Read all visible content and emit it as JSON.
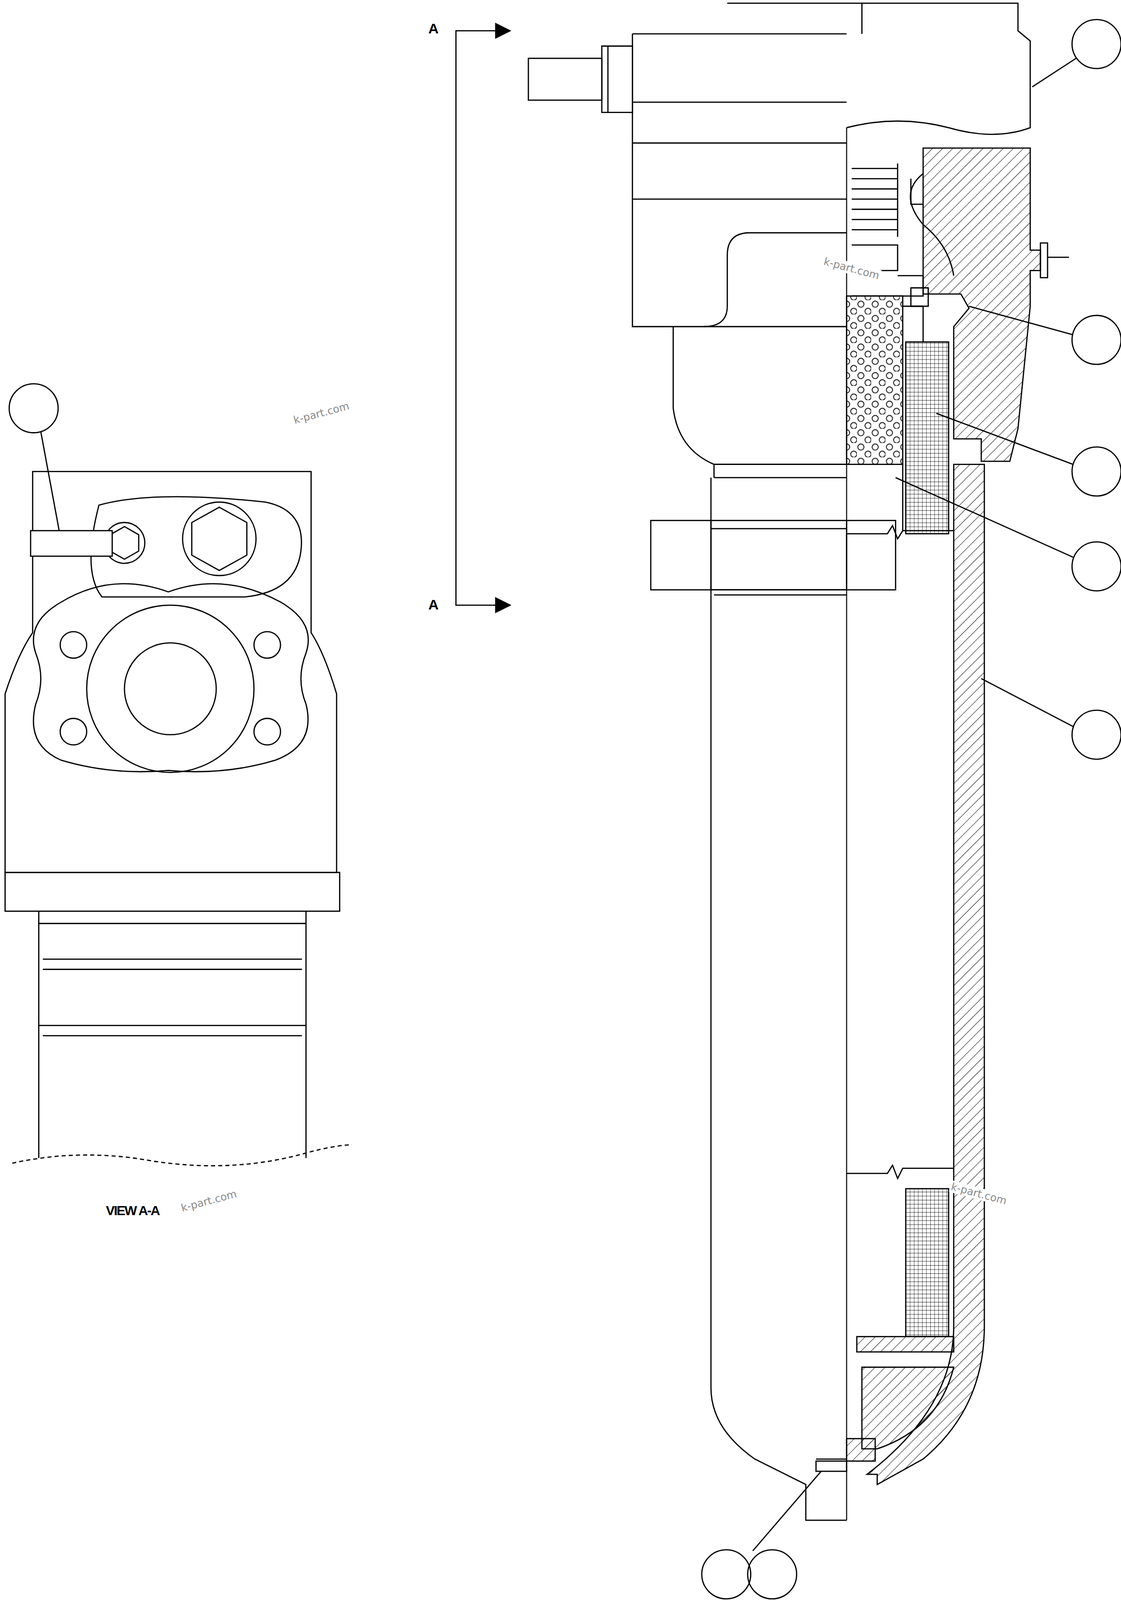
{
  "diagram": {
    "labels": [
      "A",
      "k-part.com",
      "k-part.com",
      "A",
      "k-part.com",
      "k-part.com",
      "VIEW A-A"
    ]
  }
}
